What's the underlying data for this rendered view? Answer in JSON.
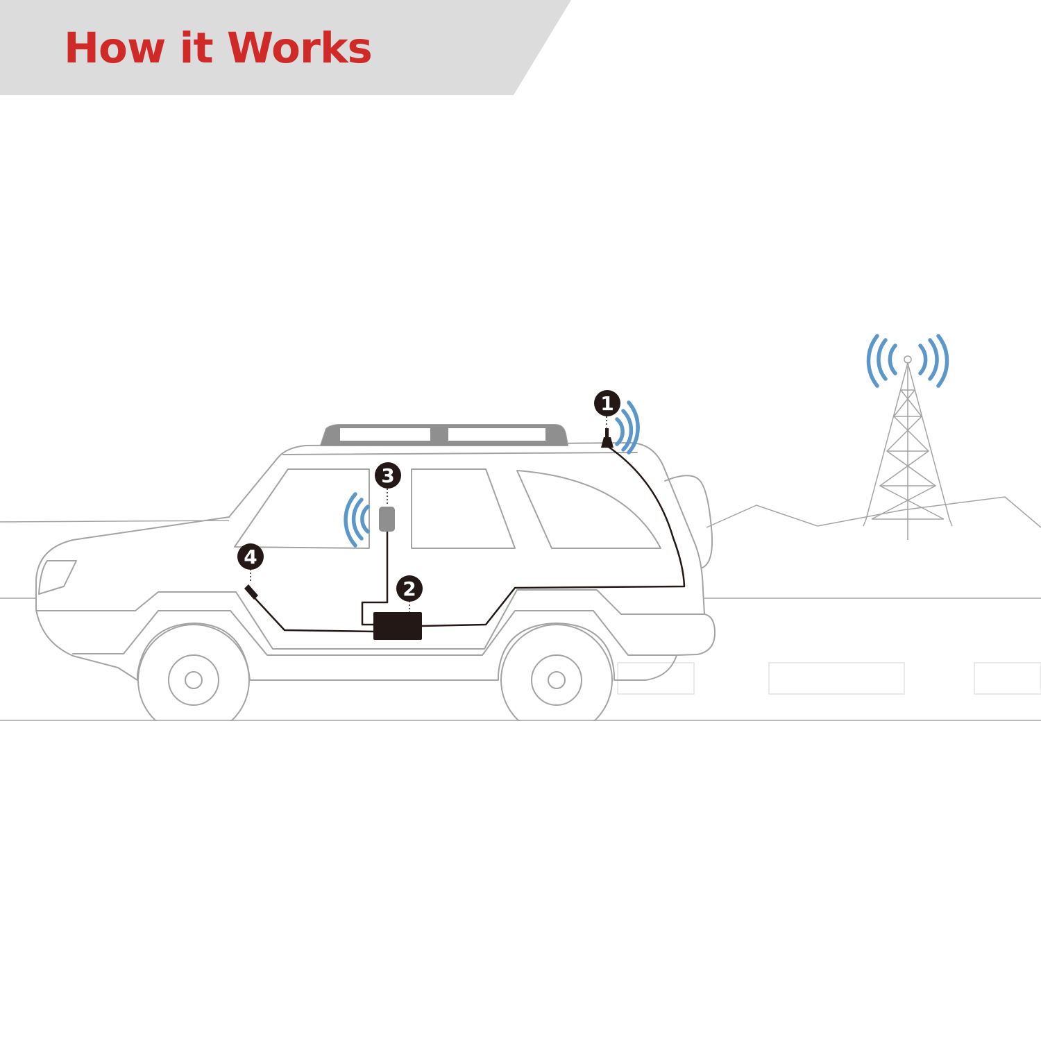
{
  "title": "How it Works",
  "colors": {
    "banner": "#dcdcdc",
    "title": "#cf2a27",
    "outline": "#a3a3a3",
    "cable": "#231815",
    "signal": "#5b97c9",
    "badge": "#231815",
    "internal_antenna": "#8f8f8f"
  },
  "components": [
    {
      "number": "1",
      "name": "outside-antenna"
    },
    {
      "number": "2",
      "name": "signal-booster"
    },
    {
      "number": "3",
      "name": "inside-antenna"
    },
    {
      "number": "4",
      "name": "power-adapter"
    }
  ]
}
